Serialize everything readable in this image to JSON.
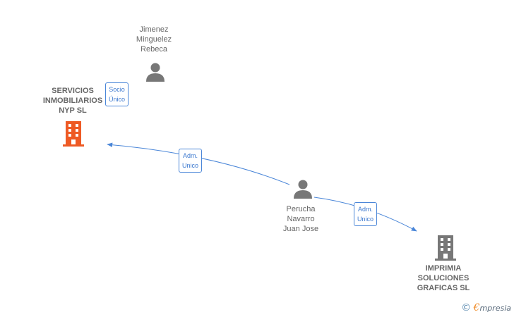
{
  "nodes": {
    "jimenez": {
      "label": "Jimenez\nMinguelez\nRebeca",
      "type": "person"
    },
    "servicios": {
      "label": "SERVICIOS\nINMOBILIARIOS\nNYP  SL",
      "type": "company",
      "color": "#ee5a24"
    },
    "perucha": {
      "label": "Perucha\nNavarro\nJuan Jose",
      "type": "person"
    },
    "imprimia": {
      "label": "IMPRIMIA\nSOLUCIONES\nGRAFICAS  SL",
      "type": "company",
      "color": "#777777"
    }
  },
  "edges": {
    "socio": {
      "label": "Socio\nÚnico"
    },
    "adm1": {
      "label": "Adm.\nUnico"
    },
    "adm2": {
      "label": "Adm.\nUnico"
    }
  },
  "colors": {
    "edge": "#4a86d8",
    "person": "#777777"
  },
  "brand": {
    "copyright": "©",
    "e": "€",
    "rest": "mpresia"
  }
}
